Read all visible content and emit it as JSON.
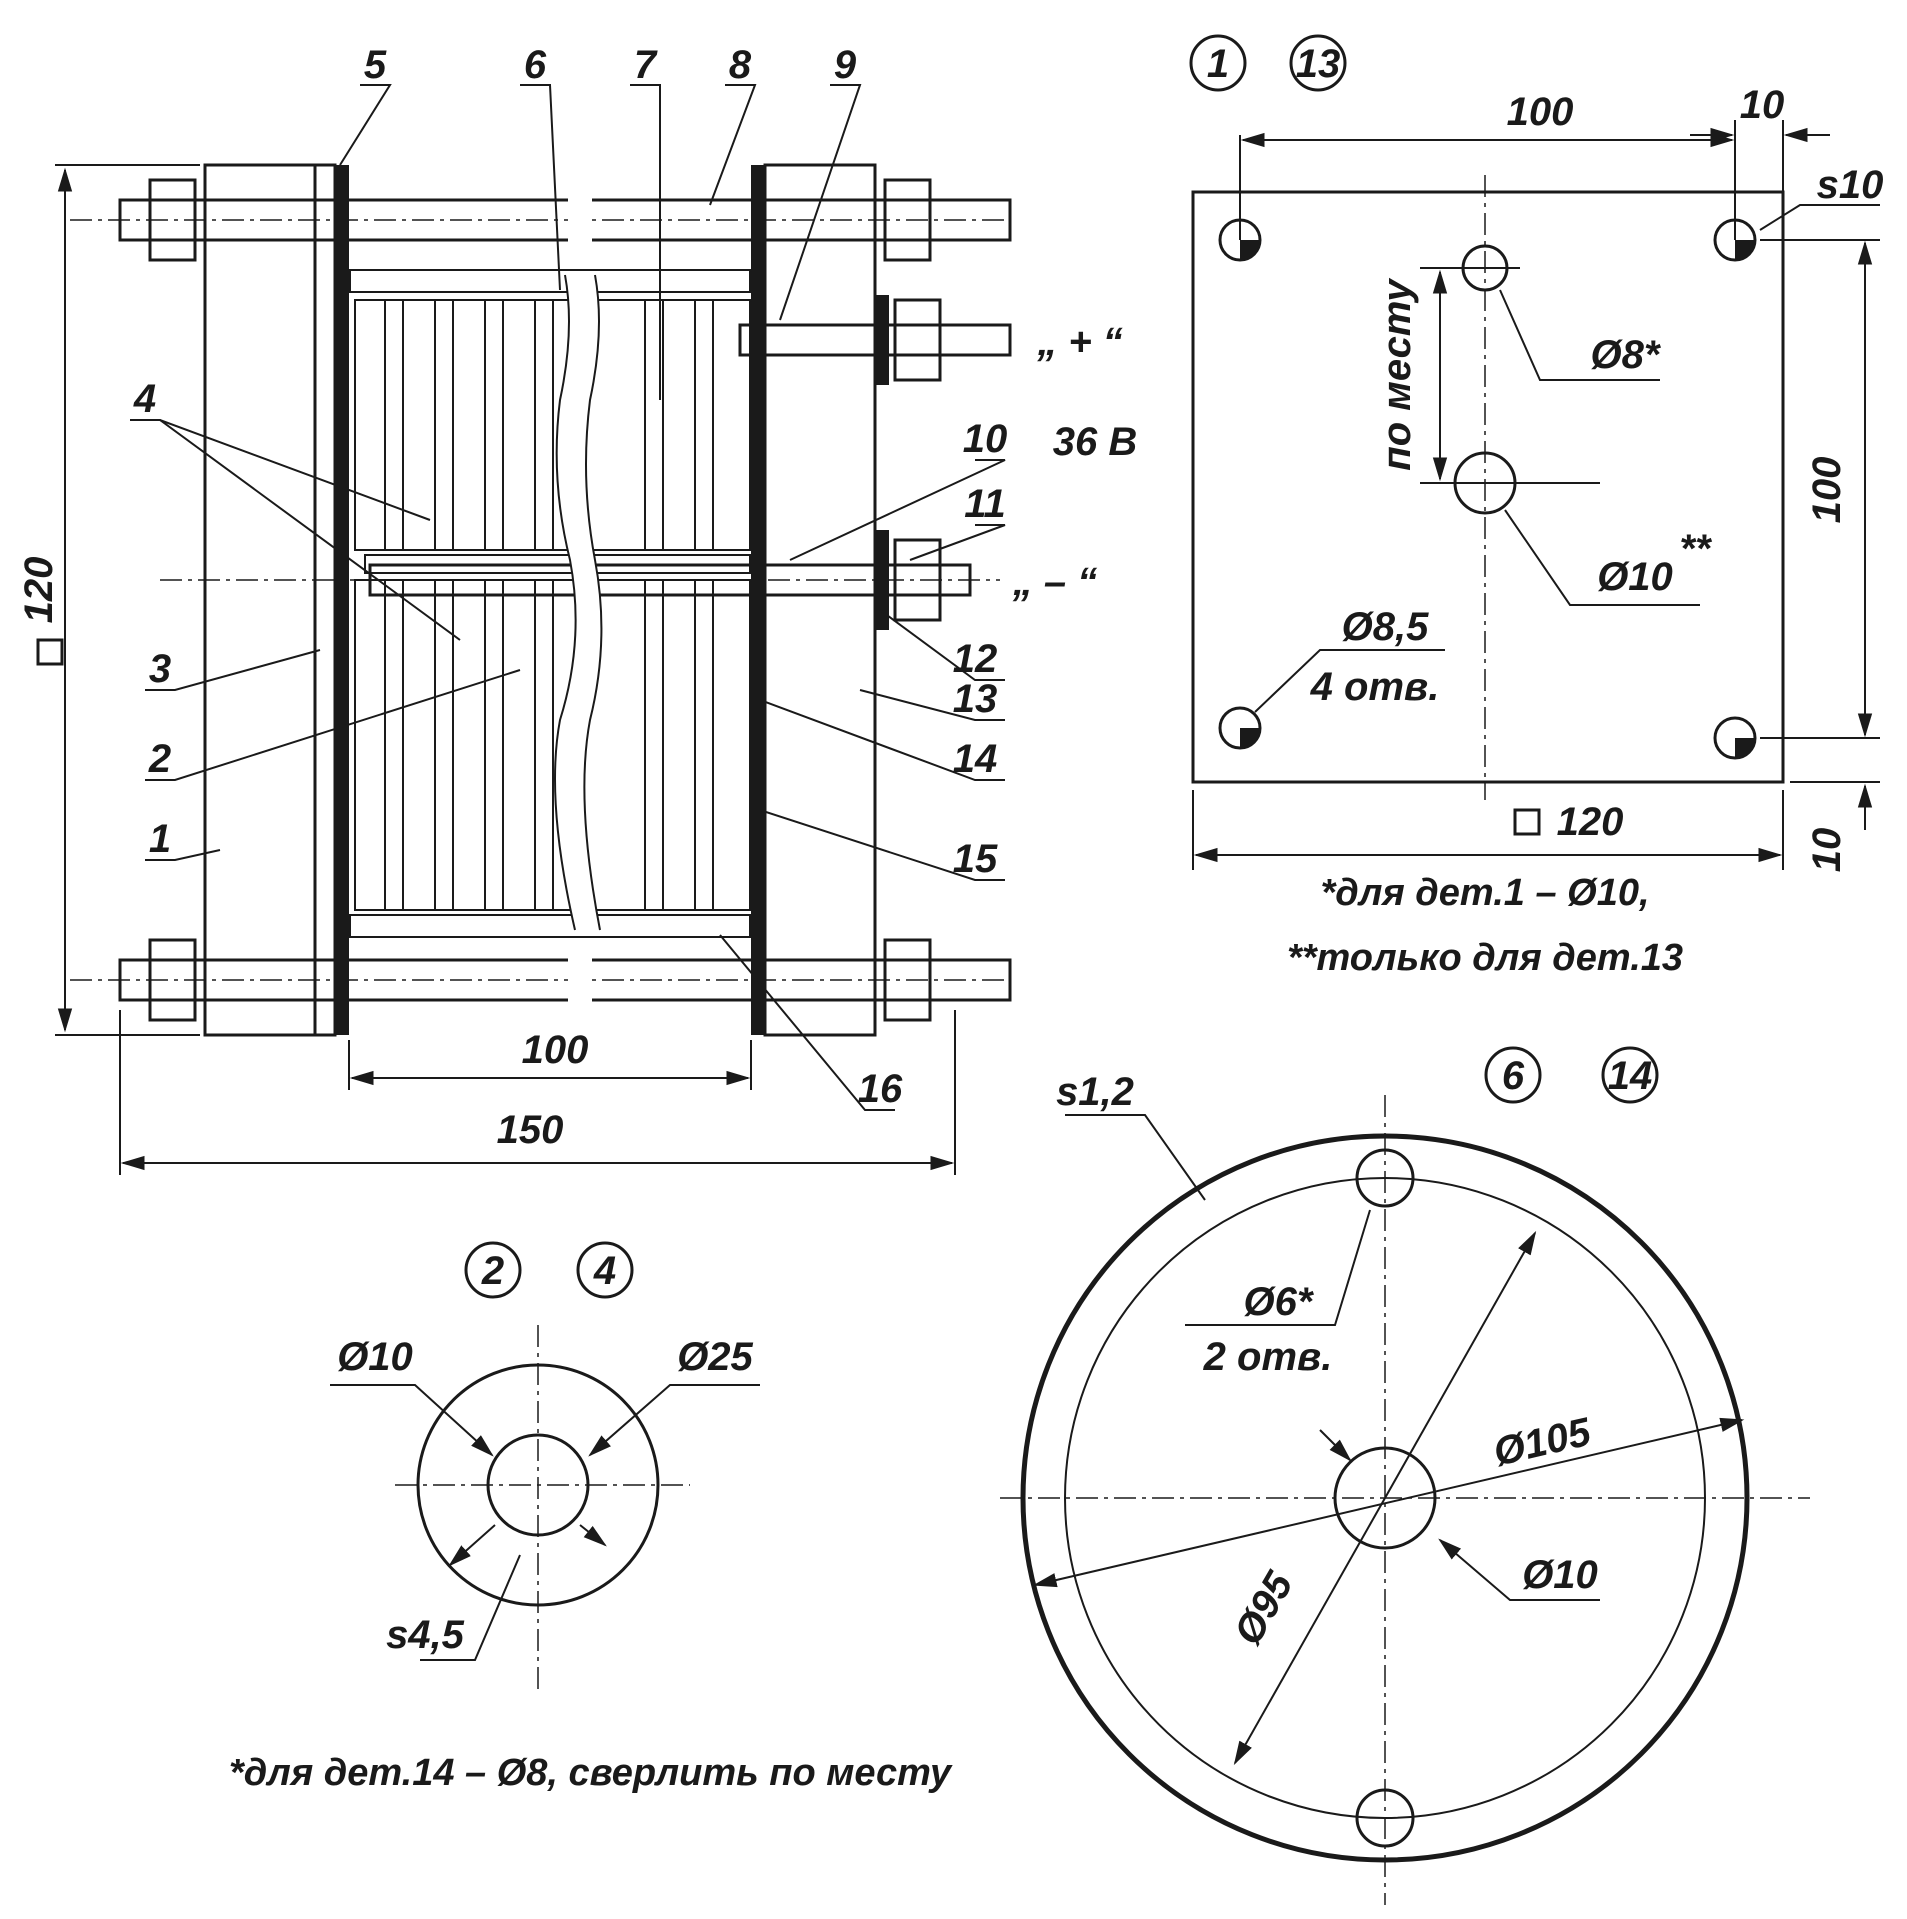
{
  "section_view": {
    "positions": [
      "5",
      "6",
      "7",
      "8",
      "9",
      "10",
      "11",
      "4",
      "3",
      "2",
      "1",
      "12",
      "13",
      "14",
      "15",
      "16"
    ],
    "terminal_plus": "„ + “",
    "terminal_minus": "„ – “",
    "voltage": "36 В",
    "dim_height": "120",
    "dim_inner": "100",
    "dim_overall": "150"
  },
  "plate_view": {
    "callouts": [
      "1",
      "13"
    ],
    "dim_top": "100",
    "dim_top_edge": "10",
    "thickness": "s10",
    "dim_by_place": "по месту",
    "hole_8": "Ø8*",
    "hole_10": "Ø10",
    "hole_10_mark": "**",
    "hole_8_5": "Ø8,5",
    "hole_count": "4 отв.",
    "dim_side": "100",
    "dim_square": "120",
    "dim_bottom_edge": "10",
    "note_1": "*для дет.1 – Ø10,",
    "note_2": "**только для дет.13"
  },
  "washer_view": {
    "callouts": [
      "2",
      "4"
    ],
    "inner_diameter": "Ø10",
    "outer_diameter": "Ø25",
    "thickness": "s4,5"
  },
  "disc_view": {
    "callouts": [
      "6",
      "14"
    ],
    "thickness": "s1,2",
    "hole_6": "Ø6*",
    "hole_count": "2 отв.",
    "outer_diameter": "Ø105",
    "bolt_circle": "Ø95",
    "center_hole": "Ø10"
  },
  "footnote": "*для дет.14 – Ø8, сверлить по месту"
}
